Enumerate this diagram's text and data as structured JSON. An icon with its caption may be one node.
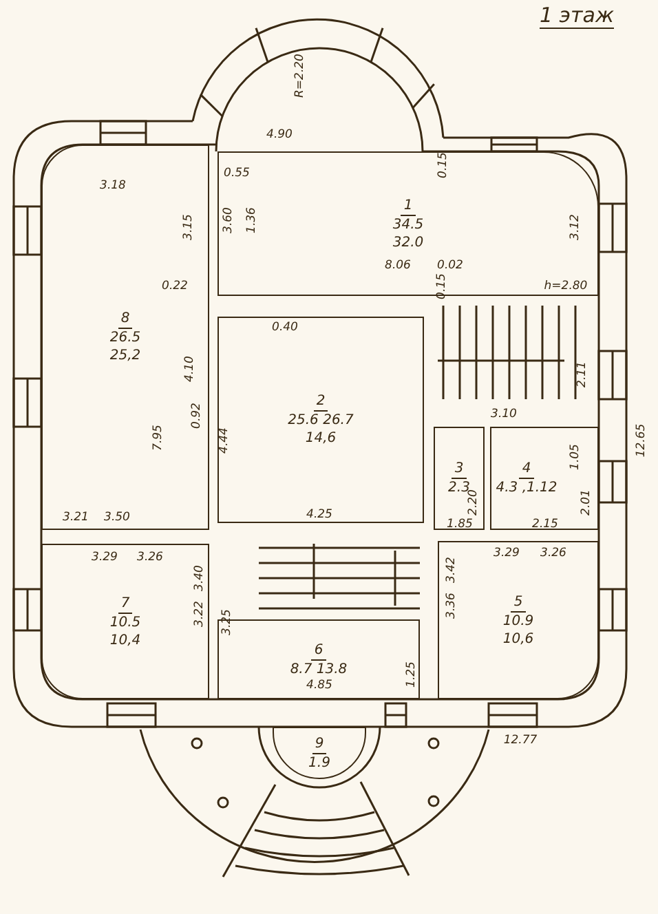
{
  "diagram": {
    "title": "1 этаж",
    "nodes": [
      {
        "text": [
          "1",
          "34.5",
          "32.0"
        ]
      },
      {
        "text": [
          "8",
          "26.5",
          "25,2"
        ]
      },
      {
        "text": [
          "2",
          "25.6 26.7",
          "14,6"
        ]
      },
      {
        "text": [
          "3",
          "2.3"
        ]
      },
      {
        "text": [
          "4",
          "4.3 ,1.12"
        ]
      },
      {
        "text": [
          "7",
          "10.5",
          "10,4"
        ]
      },
      {
        "text": [
          "6",
          "8.7 13.8"
        ]
      },
      {
        "text": [
          "5",
          "10.9",
          "10,6"
        ]
      },
      {
        "text": [
          "9",
          "1.9"
        ]
      }
    ],
    "edges": [],
    "labels": [
      "R=2.20",
      "4.90",
      "3.18",
      "0.55",
      "0.15",
      "3.15",
      "3.60",
      "1.36",
      "3.12",
      "8.06",
      "0.02",
      "0.22",
      "0.15",
      "h=2.80",
      "0.40",
      "4.10",
      "2.11",
      "7.95",
      "0.92",
      "4.44",
      "3.10",
      "12.65",
      "1.05",
      "2.20",
      "2.01",
      "3.21",
      "3.50",
      "4.25",
      "1.85",
      "2.15",
      "3.29",
      "3.26",
      "3.29",
      "3.26",
      "3.40",
      "3.22",
      "3.25",
      "3.42",
      "3.36",
      "1.25",
      "4.85",
      "12.77"
    ]
  }
}
